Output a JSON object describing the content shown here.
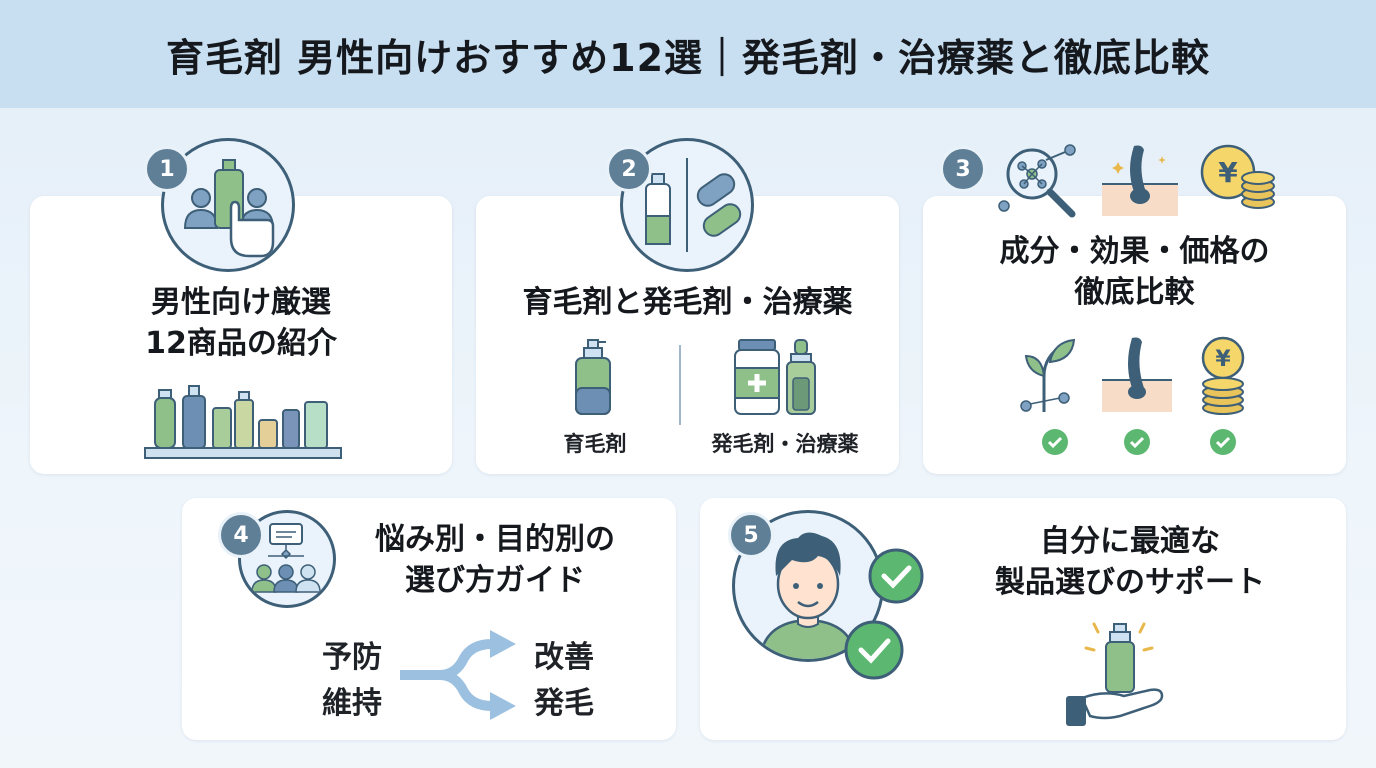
{
  "header": {
    "title": "育毛剤 男性向けおすすめ12選｜発毛剤・治療薬と徹底比較"
  },
  "cards": [
    {
      "number": "1",
      "title_line1": "男性向け厳選",
      "title_line2": "12商品の紹介"
    },
    {
      "number": "2",
      "title": "育毛剤と発毛剤・治療薬",
      "left_label": "育毛剤",
      "right_label": "発毛剤・治療薬"
    },
    {
      "number": "3",
      "title_line1": "成分・効果・価格の",
      "title_line2": "徹底比較"
    },
    {
      "number": "4",
      "title_line1": "悩み別・目的別の",
      "title_line2": "選び方ガイド",
      "flow_left": [
        "予防",
        "維持"
      ],
      "flow_right": [
        "改善",
        "発毛"
      ]
    },
    {
      "number": "5",
      "title_line1": "自分に最適な",
      "title_line2": "製品選びのサポート"
    }
  ],
  "icons": {
    "yen_symbol": "¥"
  },
  "colors": {
    "header_bg": "#c8def1",
    "badge": "#5f7f97",
    "green": "#8fc08a",
    "blue": "#6d8fb3",
    "check": "#5cb870"
  }
}
